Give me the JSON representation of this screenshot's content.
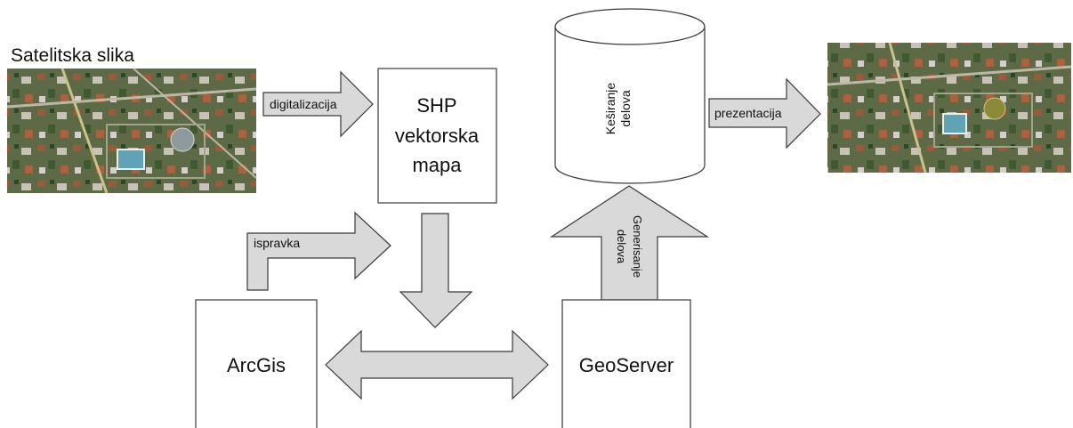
{
  "satellite_label": "Satelitska slika",
  "arrows": {
    "digitalization": "digitalizacija",
    "correction": "ispravka",
    "presentation": "prezentacija",
    "tile_generation": [
      "Generisanje",
      "delova"
    ]
  },
  "nodes": {
    "shp_map": [
      "SHP",
      "vektorska",
      "mapa"
    ],
    "tile_cache": [
      "Keširanje",
      "delova"
    ],
    "arcgis": "ArcGis",
    "geoserver": "GeoServer"
  },
  "colors": {
    "arrow_fill": "#d9d9d9",
    "stroke": "#3a3a3a"
  }
}
